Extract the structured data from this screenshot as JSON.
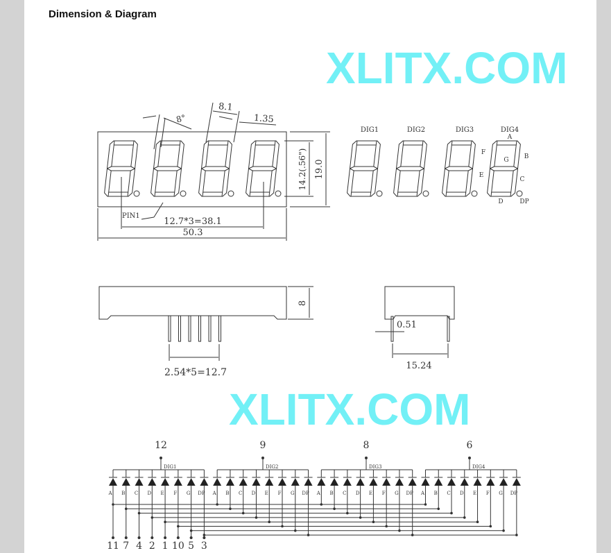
{
  "title": "Dimension & Diagram",
  "watermark": "XLITX.COM",
  "top_view": {
    "angle": "8°",
    "digit_width": "8.1",
    "segment_width": "1.35",
    "digit_height": "14.2(.56\")",
    "body_height": "19.0",
    "pin1_label": "PIN1",
    "pitch": "12.7*3=38.1",
    "body_width": "50.3"
  },
  "segment_view": {
    "digits": [
      "DIG1",
      "DIG2",
      "DIG3",
      "DIG4"
    ],
    "segments": {
      "A": "A",
      "B": "B",
      "C": "C",
      "D": "D",
      "E": "E",
      "F": "F",
      "G": "G",
      "DP": "DP"
    }
  },
  "side_view": {
    "height": "8",
    "pin_pitch": "2.54*5=12.7",
    "pin_width": "0.51",
    "row_spacing": "15.24"
  },
  "circuit": {
    "common_pins": [
      "12",
      "9",
      "8",
      "6"
    ],
    "digit_labels": [
      "DIG1",
      "DIG2",
      "DIG3",
      "DIG4"
    ],
    "segment_labels": [
      "A",
      "B",
      "C",
      "D",
      "E",
      "F",
      "G",
      "DP"
    ],
    "segment_pins": [
      "11",
      "7",
      "4",
      "2",
      "1",
      "10",
      "5",
      "3"
    ]
  }
}
